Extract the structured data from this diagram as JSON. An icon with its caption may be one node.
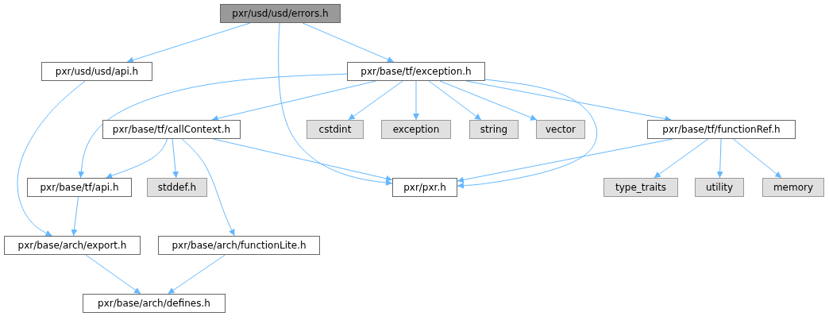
{
  "diagram": {
    "nodes": [
      {
        "text": [
          "pxr/usd/usd/errors.h"
        ]
      },
      {
        "text": [
          "pxr/usd/usd/api.h"
        ]
      },
      {
        "text": [
          "pxr/base/tf/exception.h"
        ]
      },
      {
        "text": [
          "pxr/base/tf/callContext.h"
        ]
      },
      {
        "text": [
          "cstdint"
        ]
      },
      {
        "text": [
          "exception"
        ]
      },
      {
        "text": [
          "string"
        ]
      },
      {
        "text": [
          "vector"
        ]
      },
      {
        "text": [
          "pxr/base/tf/functionRef.h"
        ]
      },
      {
        "text": [
          "pxr/base/tf/api.h"
        ]
      },
      {
        "text": [
          "stddef.h"
        ]
      },
      {
        "text": [
          "pxr/pxr.h"
        ]
      },
      {
        "text": [
          "type_traits"
        ]
      },
      {
        "text": [
          "utility"
        ]
      },
      {
        "text": [
          "memory"
        ]
      },
      {
        "text": [
          "pxr/base/arch/export.h"
        ]
      },
      {
        "text": [
          "pxr/base/arch/functionLite.h"
        ]
      },
      {
        "text": [
          "pxr/base/arch/defines.h"
        ]
      }
    ],
    "edges": [
      {
        "from": 0,
        "to": 1,
        "arrow": "to"
      },
      {
        "from": 0,
        "to": 2,
        "arrow": "to"
      },
      {
        "from": 0,
        "to": 11,
        "arrow": "to"
      },
      {
        "from": 1,
        "to": 15,
        "arrow": "to"
      },
      {
        "from": 2,
        "to": 9,
        "arrow": "to"
      },
      {
        "from": 2,
        "to": 3,
        "arrow": "to"
      },
      {
        "from": 2,
        "to": 4,
        "arrow": "to"
      },
      {
        "from": 2,
        "to": 5,
        "arrow": "to"
      },
      {
        "from": 2,
        "to": 6,
        "arrow": "to"
      },
      {
        "from": 2,
        "to": 7,
        "arrow": "to"
      },
      {
        "from": 2,
        "to": 8,
        "arrow": "to"
      },
      {
        "from": 2,
        "to": 11,
        "arrow": "to"
      },
      {
        "from": 3,
        "to": 9,
        "arrow": "to"
      },
      {
        "from": 3,
        "to": 10,
        "arrow": "to"
      },
      {
        "from": 3,
        "to": 11,
        "arrow": "to"
      },
      {
        "from": 3,
        "to": 16,
        "arrow": "to"
      },
      {
        "from": 8,
        "to": 11,
        "arrow": "to"
      },
      {
        "from": 8,
        "to": 12,
        "arrow": "to"
      },
      {
        "from": 8,
        "to": 13,
        "arrow": "to"
      },
      {
        "from": 8,
        "to": 14,
        "arrow": "to"
      },
      {
        "from": 9,
        "to": 15,
        "arrow": "to"
      },
      {
        "from": 15,
        "to": 17,
        "arrow": "to"
      },
      {
        "from": 16,
        "to": 17,
        "arrow": "to"
      }
    ]
  }
}
